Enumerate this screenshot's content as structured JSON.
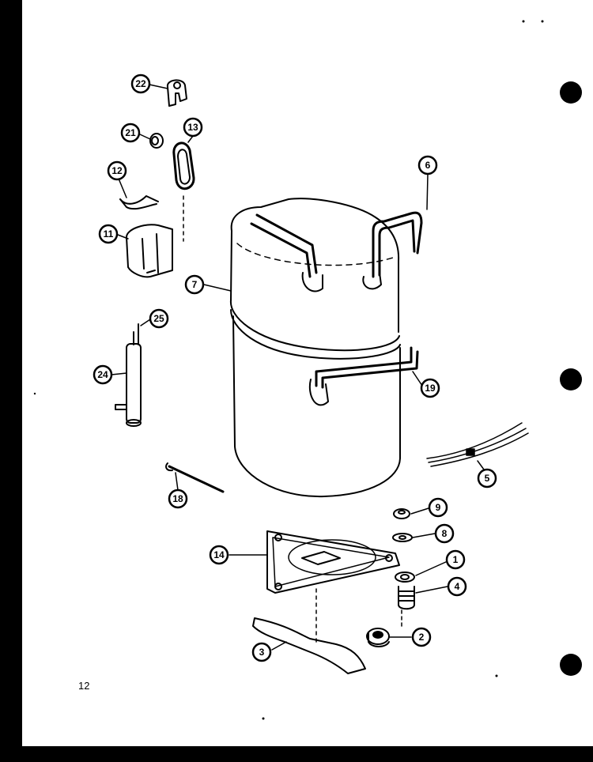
{
  "page_number": "12",
  "callouts": [
    {
      "id": "22",
      "label": "22"
    },
    {
      "id": "21",
      "label": "21"
    },
    {
      "id": "13",
      "label": "13"
    },
    {
      "id": "12",
      "label": "12"
    },
    {
      "id": "11",
      "label": "11"
    },
    {
      "id": "6",
      "label": "6"
    },
    {
      "id": "7",
      "label": "7"
    },
    {
      "id": "25",
      "label": "25"
    },
    {
      "id": "24",
      "label": "24"
    },
    {
      "id": "19",
      "label": "19"
    },
    {
      "id": "5",
      "label": "5"
    },
    {
      "id": "18",
      "label": "18"
    },
    {
      "id": "9",
      "label": "9"
    },
    {
      "id": "8",
      "label": "8"
    },
    {
      "id": "14",
      "label": "14"
    },
    {
      "id": "1",
      "label": "1"
    },
    {
      "id": "4",
      "label": "4"
    },
    {
      "id": "2",
      "label": "2"
    },
    {
      "id": "3",
      "label": "3"
    }
  ]
}
